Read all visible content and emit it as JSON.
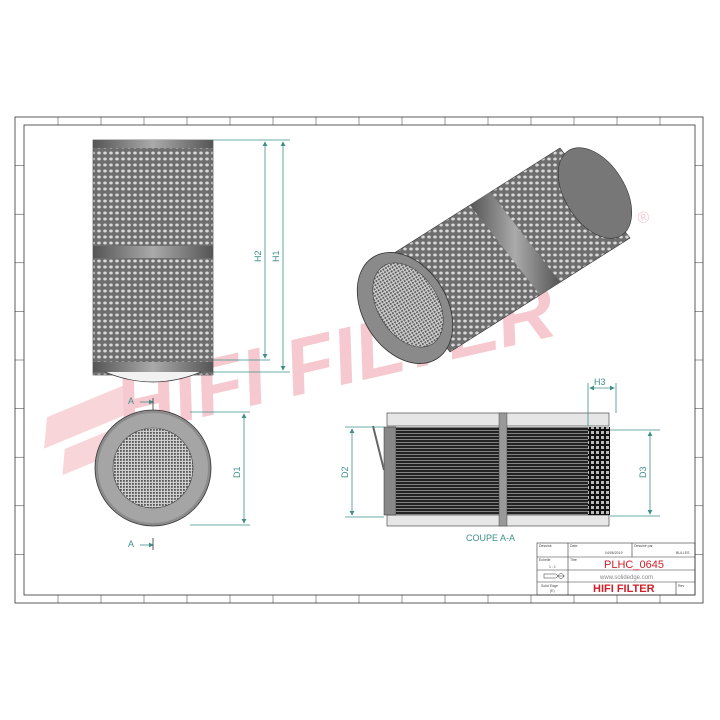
{
  "drawing": {
    "dimensions": {
      "h1": "H1",
      "h2": "H2",
      "h3": "H3",
      "d1": "D1",
      "d2": "D2",
      "d3": "D3"
    },
    "section_marker": "A",
    "section_caption": "COUPE A-A"
  },
  "watermark": {
    "text": "HIFI FILTER",
    "registered": "®",
    "color": "#f2b8c0"
  },
  "title_block": {
    "drawn_label": "Dessiné",
    "date_label": "Date",
    "date": "04/06/2019",
    "checked_label": "Dessiné par",
    "checked_by": "BULLES",
    "scale_label": "Echelle",
    "scale": "1 : 1",
    "title_label": "Titre",
    "part_number": "PLHC_0645",
    "website": "www.solidedge.com",
    "software": "Solid Edge",
    "software_sub": "(E)",
    "brand": "HIFI FILTER",
    "rev_label": "Rev",
    "accent_color": "#d0202a"
  }
}
